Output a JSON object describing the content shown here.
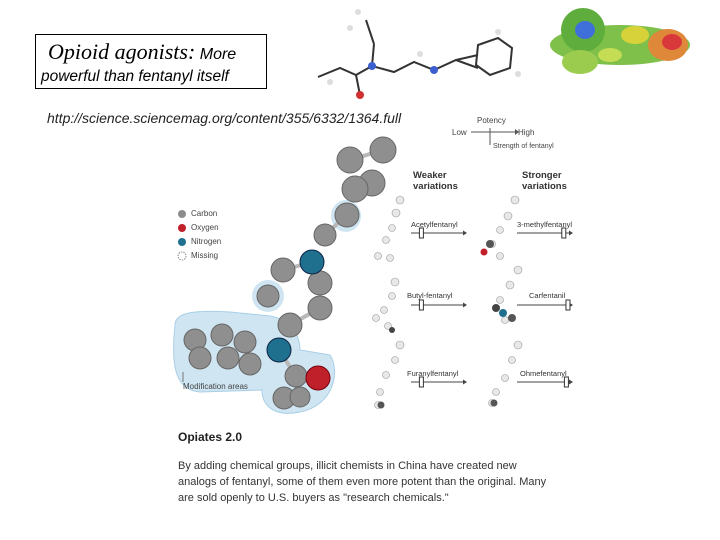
{
  "slide": {
    "title_serif": "Opioid agonists:",
    "title_sans": "More",
    "title_line2": "powerful than fentanyl itself",
    "source_url": "http://science.sciencemag.org/content/355/6332/1364.full"
  },
  "legend": {
    "items": [
      {
        "label": "Carbon",
        "color": "#8c8c8c"
      },
      {
        "label": "Oxygen",
        "color": "#c0202a"
      },
      {
        "label": "Nitrogen",
        "color": "#1f6f8f"
      },
      {
        "label": "Missing",
        "color": "#ffffff"
      }
    ],
    "modification_label": "Modification areas"
  },
  "potency": {
    "title": "Potency",
    "low": "Low",
    "high": "High",
    "strength": "Strength of fentanyl"
  },
  "columns": {
    "weaker": "Weaker variations",
    "stronger": "Stronger variations"
  },
  "variations": {
    "weaker": [
      {
        "name": "Acetylfentanyl",
        "level": 0.2
      },
      {
        "name": "Butyl-fentanyl",
        "level": 0.2
      },
      {
        "name": "Furanylfentanyl",
        "level": 0.2
      }
    ],
    "stronger": [
      {
        "name": "3-methylfentanyl",
        "level": 0.9
      },
      {
        "name": "Carfentanil",
        "level": 0.98
      },
      {
        "name": "Ohmefentanyl",
        "level": 0.95
      }
    ]
  },
  "caption": {
    "title": "Opiates 2.0",
    "body": "By adding chemical groups, illicit chemists in China have created new analogs of fentanyl, some of them even more potent than the original. Many are sold openly to U.S. buyers as \"research chemicals.\""
  }
}
